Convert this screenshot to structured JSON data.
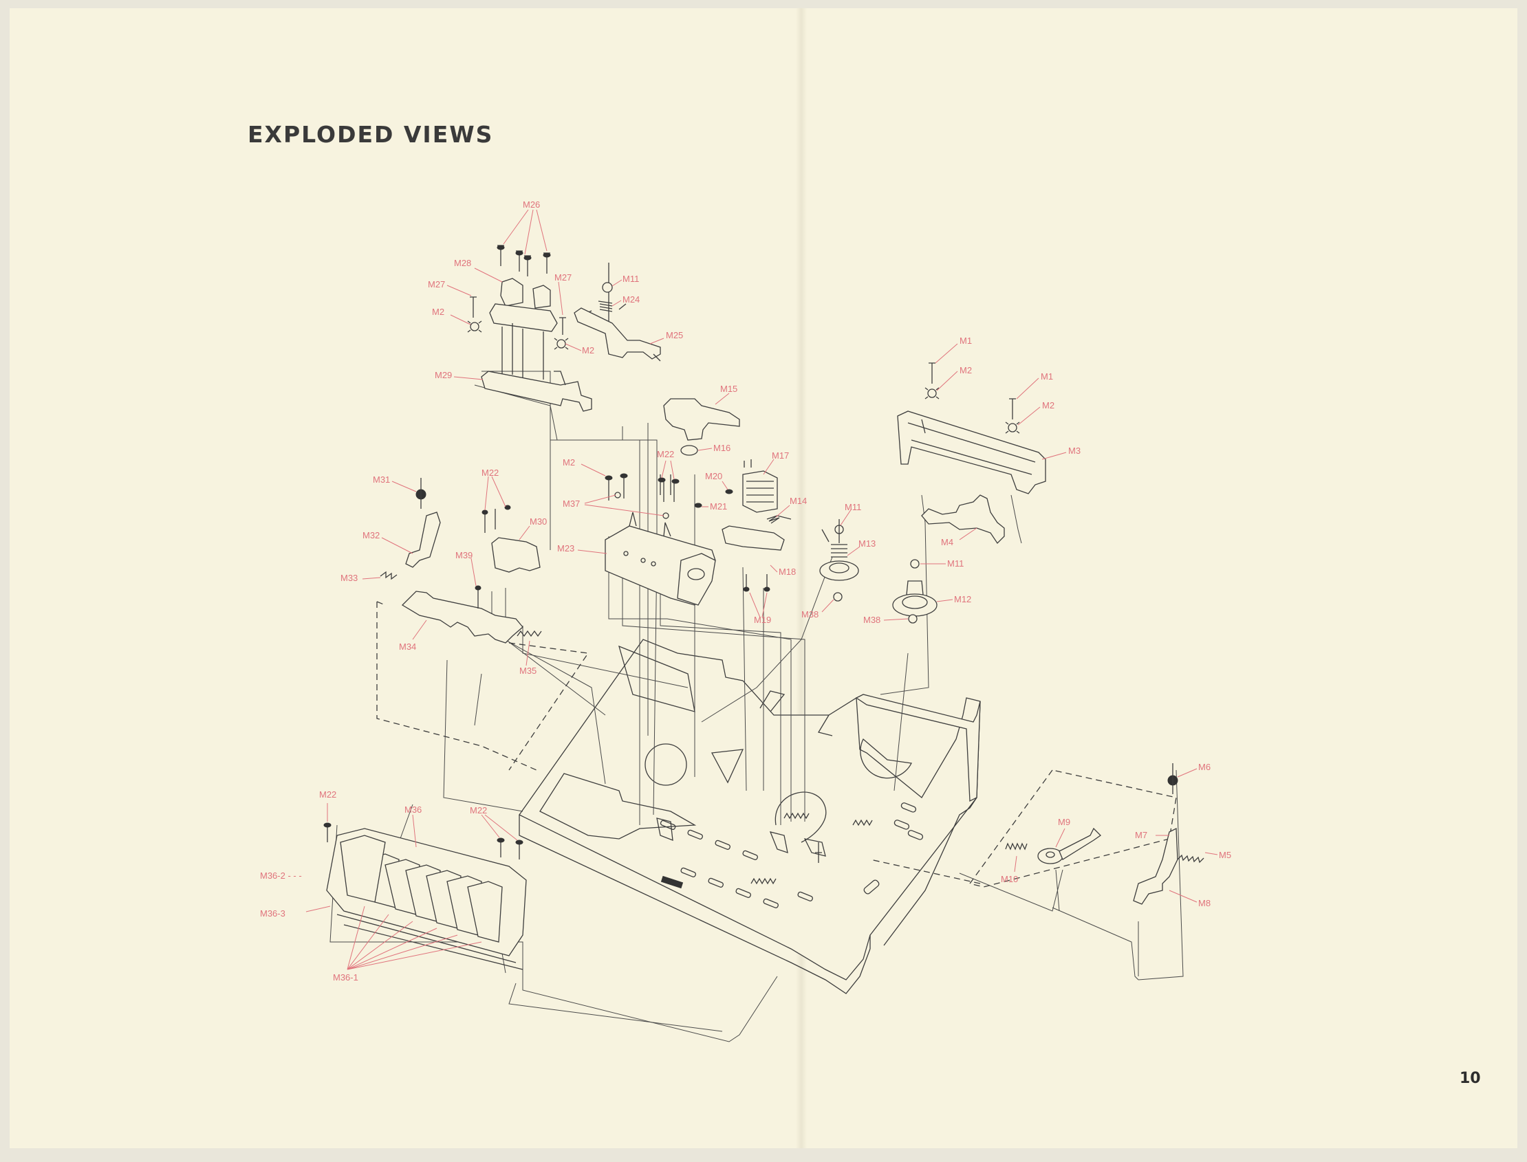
{
  "title": "EXPLODED VIEWS",
  "page_number": "10",
  "colors": {
    "paper": "#f7f3df",
    "line_art": "#3d3d3d",
    "callout": "#e0737c",
    "title": "#3a3a3a"
  },
  "callouts": {
    "m26": "M26",
    "m28": "M28",
    "m27_left": "M27",
    "m27_right": "M27",
    "m11_top": "M11",
    "m24": "M24",
    "m2_left": "M2",
    "m2_mid": "M2",
    "m25": "M25",
    "m29": "M29",
    "m15": "M15",
    "m1_a": "M1",
    "m2_a": "M2",
    "m1_b": "M1",
    "m2_b": "M2",
    "m3": "M3",
    "m16": "M16",
    "m22_mid": "M22",
    "m17": "M17",
    "m2_c": "M2",
    "m20": "M20",
    "m21": "M21",
    "m37": "M37",
    "m14": "M14",
    "m11_mid": "M11",
    "m23": "M23",
    "m13": "M13",
    "m18": "M18",
    "m19": "M19",
    "m38_a": "M38",
    "m11_right": "M11",
    "m4": "M4",
    "m12": "M12",
    "m38_b": "M38",
    "m31": "M31",
    "m22_left": "M22",
    "m32": "M32",
    "m30": "M30",
    "m33": "M33",
    "m39": "M39",
    "m34": "M34",
    "m35": "M35",
    "m22_low_a": "M22",
    "m36": "M36",
    "m22_low_b": "M22",
    "m36_2": "M36-2 - - -",
    "m36_3": "M36-3",
    "m36_1": "M36-1",
    "m6": "M6",
    "m9": "M9",
    "m7": "M7",
    "m5": "M5",
    "m10": "M10",
    "m8": "M8"
  }
}
